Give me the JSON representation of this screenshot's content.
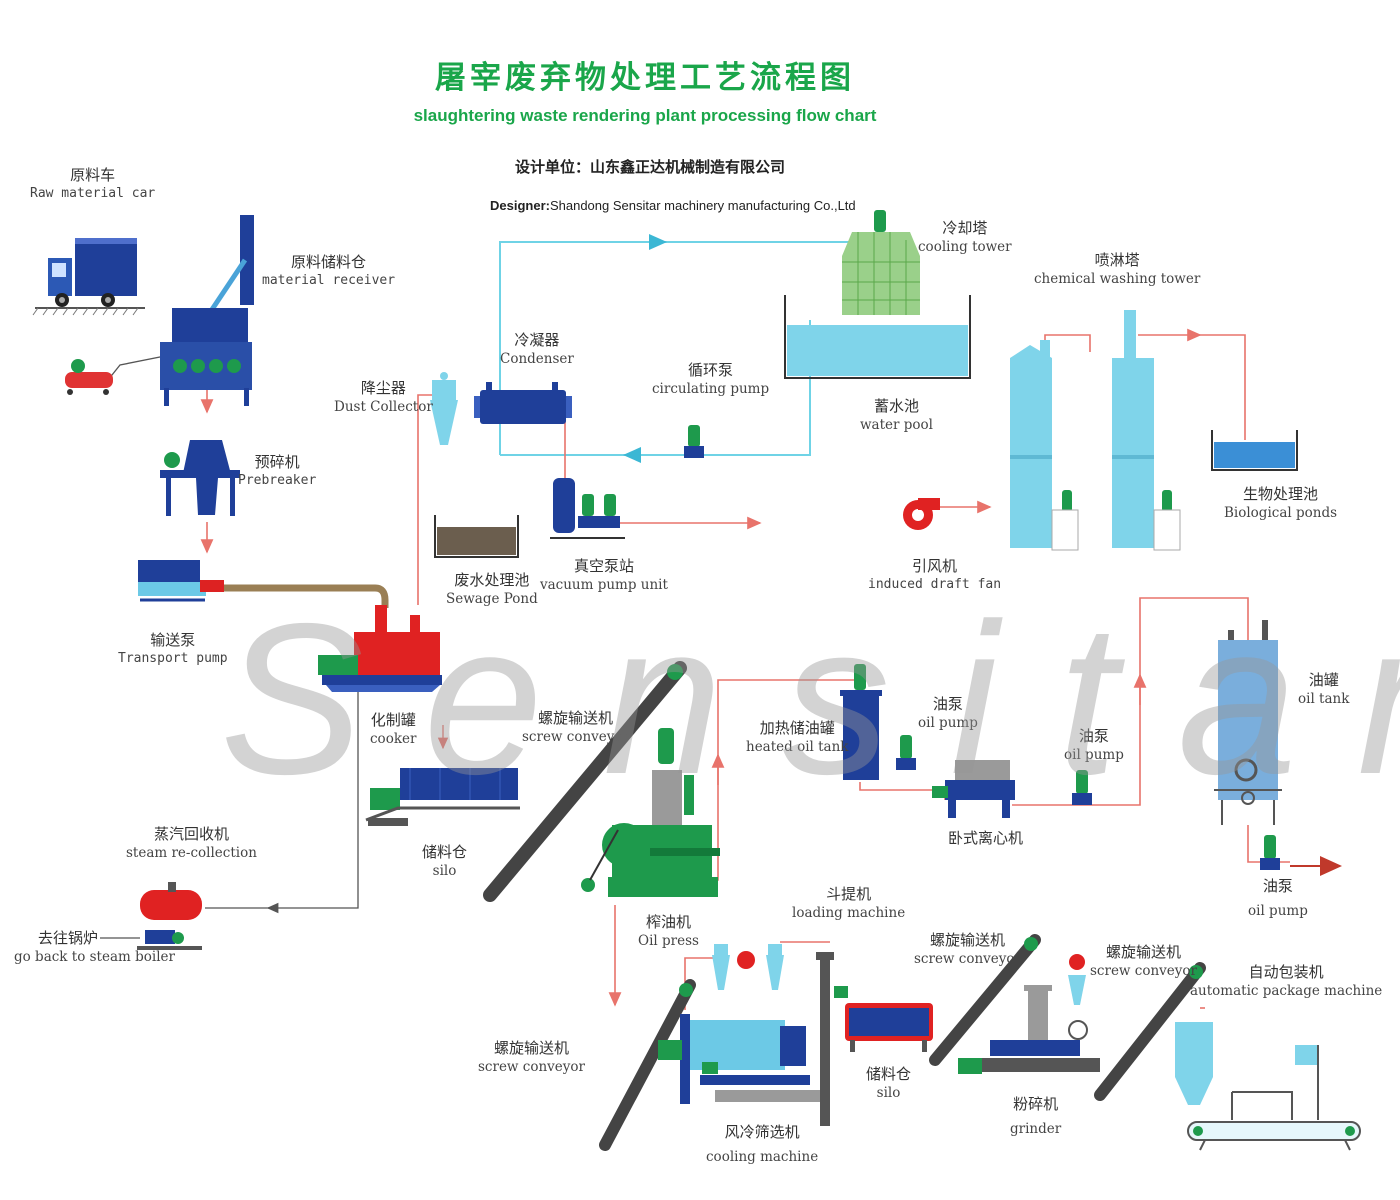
{
  "title": {
    "cn": "屠宰废弃物处理工艺流程图",
    "en": "slaughtering waste rendering plant processing flow chart"
  },
  "designer": {
    "cn": "设计单位：山东鑫正达机械制造有限公司",
    "en_label": "Designer:",
    "en_value": "Shandong Sensitar machinery manufacturing Co.,Ltd"
  },
  "watermark": "Sensitar",
  "colors": {
    "pipe_red": "#e8736b",
    "pipe_cyan": "#6fd3e6",
    "equipment_blue": "#1f3f99",
    "tank_cyan": "#7fd4ea",
    "motor_green": "#1e9a4c",
    "cooker_red": "#e02222",
    "title_green": "#1aa64a"
  },
  "equipment": {
    "raw_material_car": {
      "cn": "原料车",
      "en": "Raw material car"
    },
    "material_receiver": {
      "cn": "原料储料仓",
      "en": "material receiver"
    },
    "prebreaker": {
      "cn": "预碎机",
      "en": "Prebreaker"
    },
    "transport_pump": {
      "cn": "输送泵",
      "en": "Transport pump"
    },
    "dust_collector": {
      "cn": "降尘器",
      "en": "Dust Collector"
    },
    "condenser": {
      "cn": "冷凝器",
      "en": "Condenser"
    },
    "circulating_pump": {
      "cn": "循环泵",
      "en": "circulating pump"
    },
    "cooling_tower": {
      "cn": "冷却塔",
      "en": "cooling tower"
    },
    "water_pool": {
      "cn": "蓄水池",
      "en": "water pool"
    },
    "chemical_washing_tower": {
      "cn": "喷淋塔",
      "en": "chemical washing tower"
    },
    "biological_ponds": {
      "cn": "生物处理池",
      "en": "Biological ponds"
    },
    "sewage_pond": {
      "cn": "废水处理池",
      "en": "Sewage Pond"
    },
    "vacuum_pump_unit": {
      "cn": "真空泵站",
      "en": "vacuum pump unit"
    },
    "induced_draft_fan": {
      "cn": "引风机",
      "en": "induced draft fan"
    },
    "cooker": {
      "cn": "化制罐",
      "en": "cooker"
    },
    "screw_conveyor_1": {
      "cn": "螺旋输送机",
      "en": "screw conveyor"
    },
    "heated_oil_tank": {
      "cn": "加热储油罐",
      "en": "heated oil tank"
    },
    "oil_pump_1": {
      "cn": "油泵",
      "en": "oil pump"
    },
    "oil_pump_2": {
      "cn": "油泵",
      "en": "oil pump"
    },
    "oil_tank": {
      "cn": "油罐",
      "en": "oil tank"
    },
    "horizontal_centrifuge": {
      "cn": "卧式离心机"
    },
    "silo_1": {
      "cn": "储料仓",
      "en": "silo"
    },
    "steam_recollection": {
      "cn": "蒸汽回收机",
      "en": "steam re-collection"
    },
    "steam_boiler": {
      "cn": "去往锅炉",
      "en": "go back to steam boiler"
    },
    "oil_press": {
      "cn": "榨油机",
      "en": "Oil press"
    },
    "oil_pump_3": {
      "cn": "油泵",
      "en": "oil pump"
    },
    "loading_machine": {
      "cn": "斗提机",
      "en": "loading machine"
    },
    "screw_conveyor_2": {
      "cn": "螺旋输送机",
      "en": "screw conveyor"
    },
    "screw_conveyor_3": {
      "cn": "螺旋输送机",
      "en": "screw conveyor"
    },
    "screw_conveyor_4": {
      "cn": "螺旋输送机",
      "en": "screw conveyor"
    },
    "automatic_package_machine": {
      "cn": "自动包装机",
      "en": "automatic package machine"
    },
    "silo_2": {
      "cn": "储料仓",
      "en": "silo"
    },
    "grinder": {
      "cn": "粉碎机",
      "en": "grinder"
    },
    "cooling_machine": {
      "cn": "风冷筛选机",
      "en": "cooling machine"
    }
  }
}
